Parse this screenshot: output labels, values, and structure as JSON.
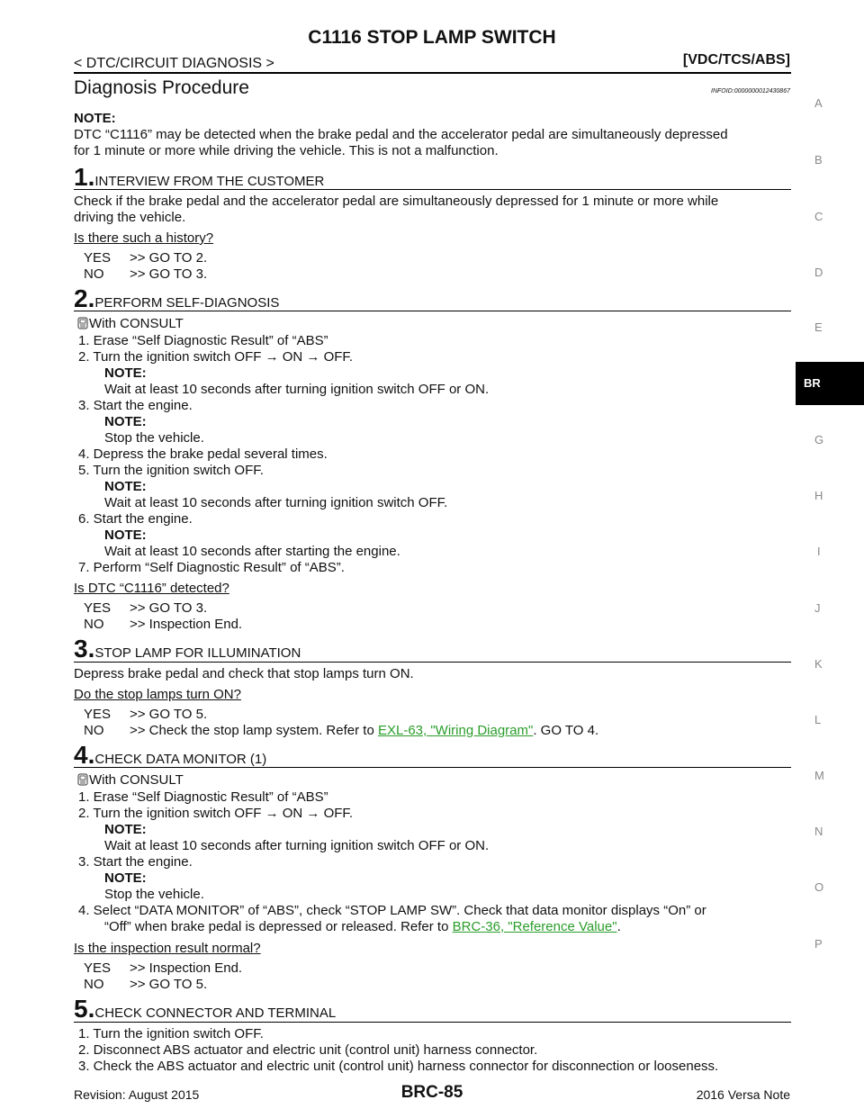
{
  "header": {
    "title": "C1116 STOP LAMP SWITCH",
    "breadcrumb": "< DTC/CIRCUIT DIAGNOSIS >",
    "section": "[VDC/TCS/ABS]",
    "heading": "Diagnosis Procedure",
    "infoid": "INFOID:0000000012430867"
  },
  "note": {
    "label": "NOTE:",
    "line1": "DTC “C1116” may be detected when the brake pedal and the accelerator pedal are simultaneously depressed",
    "line2": "for 1 minute or more while driving the vehicle. This is not a malfunction."
  },
  "step1": {
    "num": "1.",
    "title": "INTERVIEW FROM THE CUSTOMER",
    "line1": "Check if the brake pedal and the accelerator pedal are simultaneously depressed for 1 minute or more while",
    "line2": "driving the vehicle.",
    "question": "Is there such a history?",
    "yes": "YES",
    "yes_action": ">> GO TO 2.",
    "no": "NO",
    "no_action": ">> GO TO 3."
  },
  "step2": {
    "num": "2.",
    "title": "PERFORM SELF-DIAGNOSIS",
    "consult": "With CONSULT",
    "i1": "1.  Erase “Self Diagnostic Result” of “ABS”",
    "i2": "2.  Turn the ignition switch OFF → ON → OFF.",
    "n2_label": "NOTE:",
    "n2": "Wait at least 10 seconds after turning ignition switch OFF or ON.",
    "i3": "3.  Start the engine.",
    "n3_label": "NOTE:",
    "n3": "Stop the vehicle.",
    "i4": "4.  Depress the brake pedal several times.",
    "i5": "5.  Turn the ignition switch OFF.",
    "n5_label": "NOTE:",
    "n5": "Wait at least 10 seconds after turning ignition switch OFF.",
    "i6": "6.  Start the engine.",
    "n6_label": "NOTE:",
    "n6": "Wait at least 10 seconds after starting the engine.",
    "i7": "7.  Perform “Self Diagnostic Result” of “ABS”.",
    "question": "Is DTC “C1116” detected?",
    "yes": "YES",
    "yes_action": ">> GO TO 3.",
    "no": "NO",
    "no_action": ">> Inspection End."
  },
  "step3": {
    "num": "3.",
    "title": "STOP LAMP FOR ILLUMINATION",
    "line1": "Depress brake pedal and check that stop lamps turn ON.",
    "question": "Do the stop lamps turn ON?",
    "yes": "YES",
    "yes_action": ">> GO TO 5.",
    "no": "NO",
    "no_action_pre": ">> Check the stop lamp system. Refer to ",
    "no_link": "EXL-63, \"Wiring Diagram\"",
    "no_action_post": ". GO TO 4."
  },
  "step4": {
    "num": "4.",
    "title": "CHECK DATA MONITOR (1)",
    "consult": "With CONSULT",
    "i1": "1.  Erase “Self Diagnostic Result” of “ABS”",
    "i2": "2.  Turn the ignition switch OFF → ON → OFF.",
    "n2_label": "NOTE:",
    "n2": "Wait at least 10 seconds after turning ignition switch OFF or ON.",
    "i3": "3.  Start the engine.",
    "n3_label": "NOTE:",
    "n3": "Stop the vehicle.",
    "i4": "4.  Select “DATA MONITOR” of “ABS”, check “STOP LAMP SW”. Check that data monitor displays “On” or",
    "i4b_pre": "“Off” when brake pedal is depressed or released. Refer to ",
    "i4b_link": "BRC-36, \"Reference Value\"",
    "i4b_post": ".",
    "question": "Is the inspection result normal?",
    "yes": "YES",
    "yes_action": ">> Inspection End.",
    "no": "NO",
    "no_action": ">> GO TO 5."
  },
  "step5": {
    "num": "5.",
    "title": "CHECK CONNECTOR AND TERMINAL",
    "i1": "1.  Turn the ignition switch OFF.",
    "i2": "2.  Disconnect ABS actuator and electric unit (control unit) harness connector.",
    "i3": "3.  Check the ABS actuator and electric unit (control unit) harness connector for disconnection or looseness."
  },
  "side_index": [
    "A",
    "B",
    "C",
    "D",
    "E",
    "BR",
    "G",
    "H",
    "I",
    "J",
    "K",
    "L",
    "M",
    "N",
    "O",
    "P"
  ],
  "footer": {
    "revision": "Revision: August 2015",
    "page": "BRC-85",
    "model": "2016 Versa Note"
  }
}
